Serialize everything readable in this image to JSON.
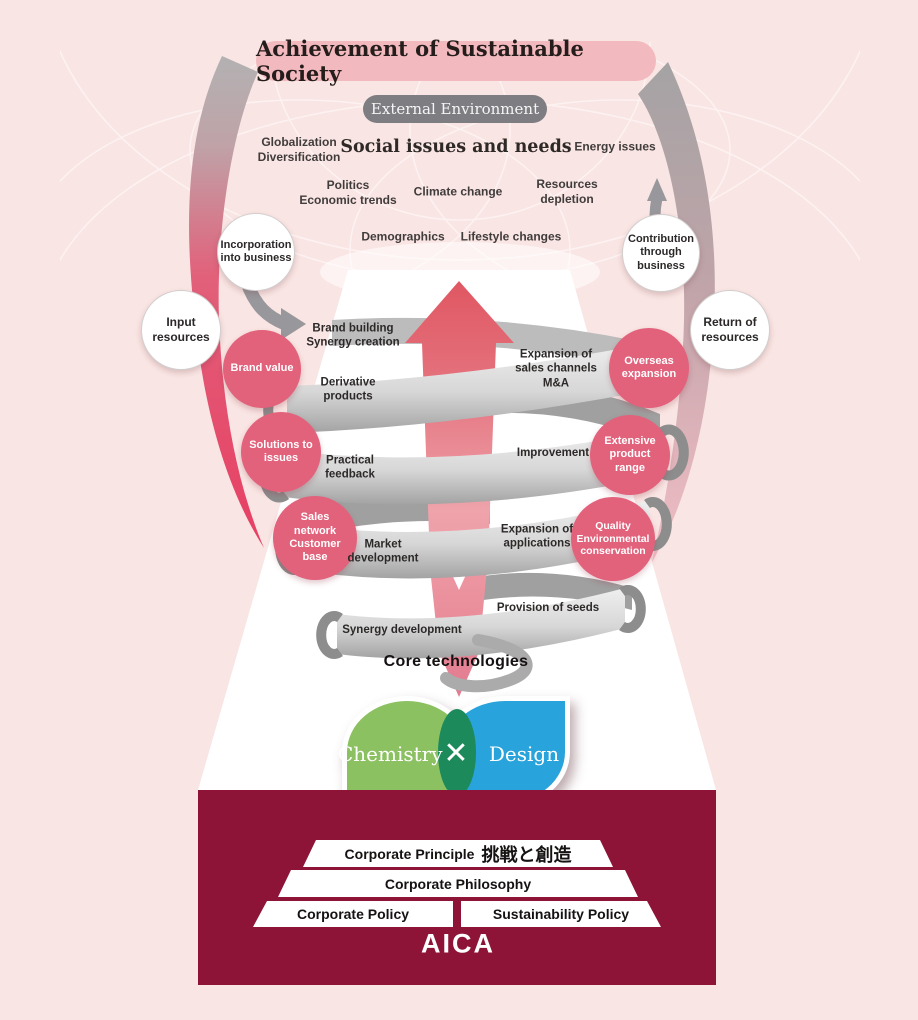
{
  "header": {
    "banner": "Achievement of Sustainable Society",
    "external_environment": "External Environment",
    "social_issues": "Social issues and needs"
  },
  "issues": {
    "globalization": "Globalization\nDiversification",
    "energy": "Energy issues",
    "politics": "Politics\nEconomic trends",
    "climate": "Climate change",
    "resources": "Resources\ndepletion",
    "demographics": "Demographics",
    "lifestyle": "Lifestyle changes"
  },
  "white_circles": {
    "incorporation": "Incorporation\ninto business",
    "input": "Input\nresources",
    "contribution": "Contribution\nthrough\nbusiness",
    "return": "Return of\nresources"
  },
  "pink_circles": {
    "brand_value": "Brand value",
    "overseas": "Overseas\nexpansion",
    "solutions": "Solutions to\nissues",
    "extensive": "Extensive\nproduct\nrange",
    "sales_network": "Sales\nnetwork\nCustomer\nbase",
    "quality": "Quality\nEnvironmental\nconservation"
  },
  "spiral": {
    "brand_building": "Brand building\nSynergy creation",
    "expansion_sales": "Expansion of\nsales channels\nM&A",
    "derivative": "Derivative\nproducts",
    "practical": "Practical\nfeedback",
    "improvement": "Improvement",
    "market": "Market\ndevelopment",
    "expansion_apps": "Expansion of\napplications",
    "provision": "Provision of seeds",
    "synergy_dev": "Synergy development"
  },
  "core_technologies": "Core technologies",
  "leaves": {
    "chemistry": "Chemistry",
    "times": "✕",
    "design": "Design"
  },
  "pyramid": {
    "principle": "Corporate Principle",
    "principle_jp": "挑戦と創造",
    "philosophy": "Corporate Philosophy",
    "policy": "Corporate Policy",
    "sustainability": "Sustainability Policy"
  },
  "logo": "AICA",
  "colors": {
    "background": "#f9e5e3",
    "banner_pink": "#f2b9be",
    "pill_gray": "#7e7d82",
    "maroon": "#8d1437",
    "pink_circle": "#e2617b",
    "arrow_red": "#e05762",
    "ribbon_red": "#e73f63",
    "ribbon_gray": "#a5a3a4",
    "leaf_green": "#8cc162",
    "leaf_blue": "#29a3db",
    "leaf_overlap": "#1d8a5c"
  }
}
